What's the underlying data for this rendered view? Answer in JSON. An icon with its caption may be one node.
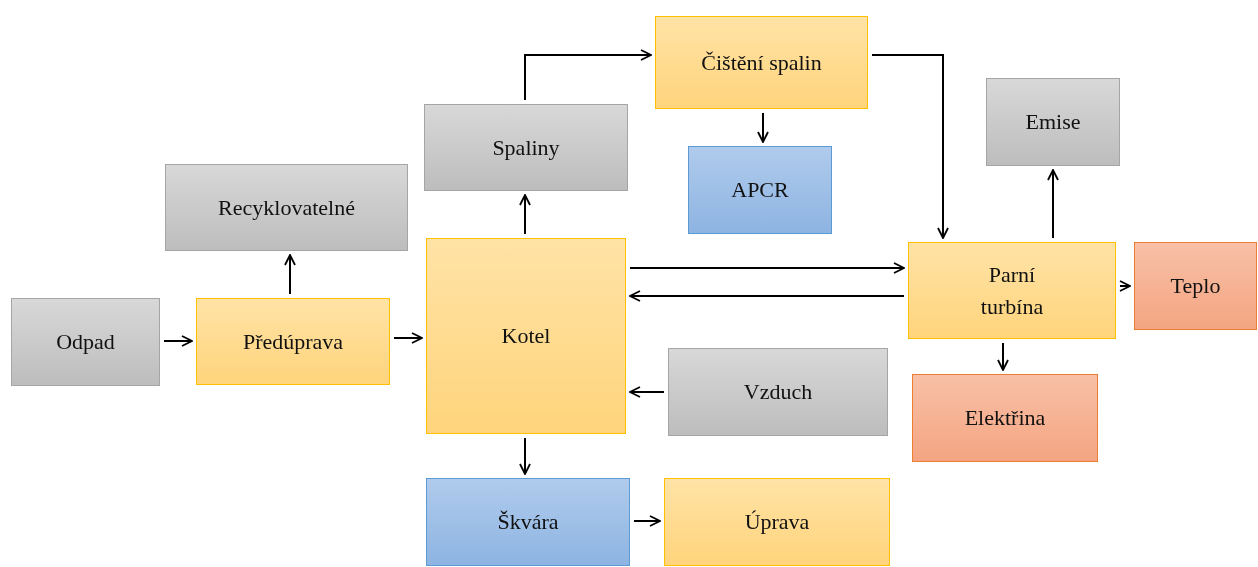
{
  "diagram": {
    "nodes": [
      {
        "text": [
          "Odpad"
        ]
      },
      {
        "text": [
          "Předúprava"
        ]
      },
      {
        "text": [
          "Recyklovatelné"
        ]
      },
      {
        "text": [
          "Kotel"
        ]
      },
      {
        "text": [
          "Spaliny"
        ]
      },
      {
        "text": [
          "Čištění spalin"
        ]
      },
      {
        "text": [
          "APCR"
        ]
      },
      {
        "text": [
          "Vzduch"
        ]
      },
      {
        "text": [
          "Škvára"
        ]
      },
      {
        "text": [
          "Úprava"
        ]
      },
      {
        "text": [
          "Parní turbína"
        ]
      },
      {
        "text": [
          "Emise"
        ]
      },
      {
        "text": [
          "Teplo"
        ]
      },
      {
        "text": [
          "Elektřina"
        ]
      }
    ],
    "edges": [
      {
        "from": 0,
        "to": 1,
        "arrow": "to"
      },
      {
        "from": 1,
        "to": 3,
        "arrow": "to"
      },
      {
        "from": 1,
        "to": 2,
        "arrow": "to"
      },
      {
        "from": 3,
        "to": 4,
        "arrow": "to"
      },
      {
        "from": 4,
        "to": 5,
        "arrow": "to"
      },
      {
        "from": 5,
        "to": 6,
        "arrow": "to"
      },
      {
        "from": 5,
        "to": 10,
        "arrow": "to"
      },
      {
        "from": 3,
        "to": 10,
        "arrow": "to"
      },
      {
        "from": 10,
        "to": 3,
        "arrow": "to"
      },
      {
        "from": 7,
        "to": 3,
        "arrow": "to"
      },
      {
        "from": 3,
        "to": 8,
        "arrow": "to"
      },
      {
        "from": 8,
        "to": 9,
        "arrow": "to"
      },
      {
        "from": 10,
        "to": 11,
        "arrow": "to"
      },
      {
        "from": 10,
        "to": 12,
        "arrow": "to"
      },
      {
        "from": 10,
        "to": 13,
        "arrow": "to"
      }
    ]
  }
}
